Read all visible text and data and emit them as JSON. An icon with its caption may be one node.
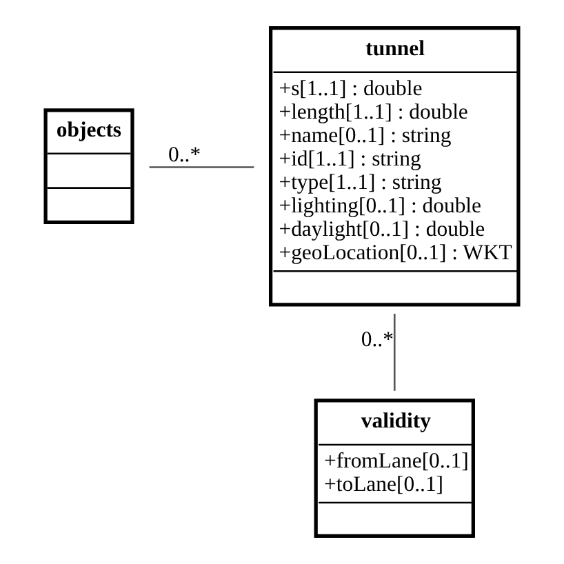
{
  "diagram": {
    "nodes": [
      {
        "text": [
          "objects"
        ]
      },
      {
        "text": [
          "tunnel",
          "+s[1..1] : double",
          "+length[1..1] : double",
          "+name[0..1] : string",
          "+id[1..1] : string",
          "+type[1..1] : string",
          "+lighting[0..1] : double",
          "+daylight[0..1] : double",
          "+geoLocation[0..1] : WKT"
        ]
      },
      {
        "text": [
          "validity",
          "+fromLane[0..1]",
          "+toLane[0..1]"
        ]
      }
    ],
    "edges": [
      {
        "from": 0,
        "to": 1,
        "arrow": "none",
        "label": "0..*"
      },
      {
        "from": 1,
        "to": 2,
        "arrow": "none",
        "label": "0..*"
      }
    ]
  }
}
